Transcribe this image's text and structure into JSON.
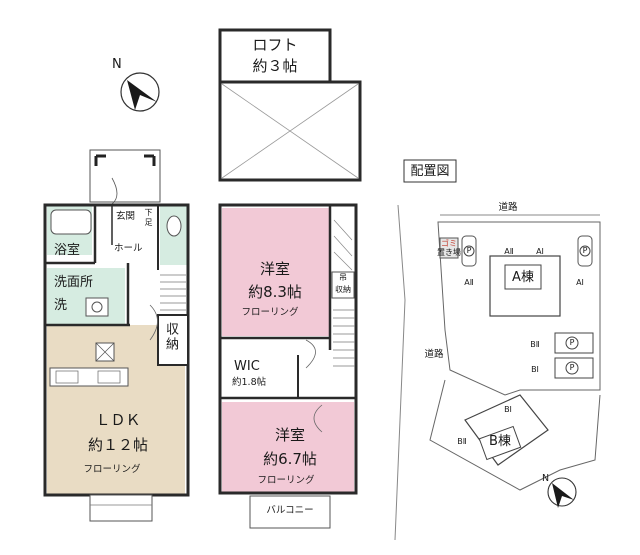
{
  "floor_plan": {
    "loft": {
      "name": "ロフト",
      "size": "約３帖"
    },
    "genkan": "玄関",
    "geta": "下足",
    "hall": "ホール",
    "bath": "浴室",
    "washroom": "洗面所",
    "washer": "洗",
    "ldk": {
      "name": "ＬＤＫ",
      "size": "約１２帖",
      "floor": "フローリング"
    },
    "storage": "収納",
    "room1": {
      "name": "洋室",
      "size": "約8.3帖",
      "floor": "フローリング"
    },
    "hanging_storage": {
      "line1": "吊",
      "line2": "収納"
    },
    "wic": {
      "name": "WIC",
      "size": "約1.8帖"
    },
    "room2": {
      "name": "洋室",
      "size": "約6.7帖",
      "floor": "フローリング"
    },
    "balcony": "バルコニー"
  },
  "site_plan": {
    "title": "配置図",
    "road_top": "道路",
    "road_left": "道路",
    "garbage": {
      "line1": "ゴミ",
      "line2": "置き場"
    },
    "building_a": "A棟",
    "building_b": "B棟",
    "labels": {
      "a2_top": "AⅡ",
      "a1_top": "AⅠ",
      "a2_left": "AⅡ",
      "a1_right": "AⅠ",
      "b2_park": "BⅡ",
      "b1_park": "BⅠ",
      "b1_top": "BⅠ",
      "b2_left": "BⅡ"
    },
    "parking_symbol": "P"
  },
  "compass": {
    "north": "N"
  },
  "colors": {
    "ldk": "#e9dcc4",
    "pink": "#f2c9d6",
    "green": "#d6ece1",
    "wall": "#2a2a2a"
  }
}
